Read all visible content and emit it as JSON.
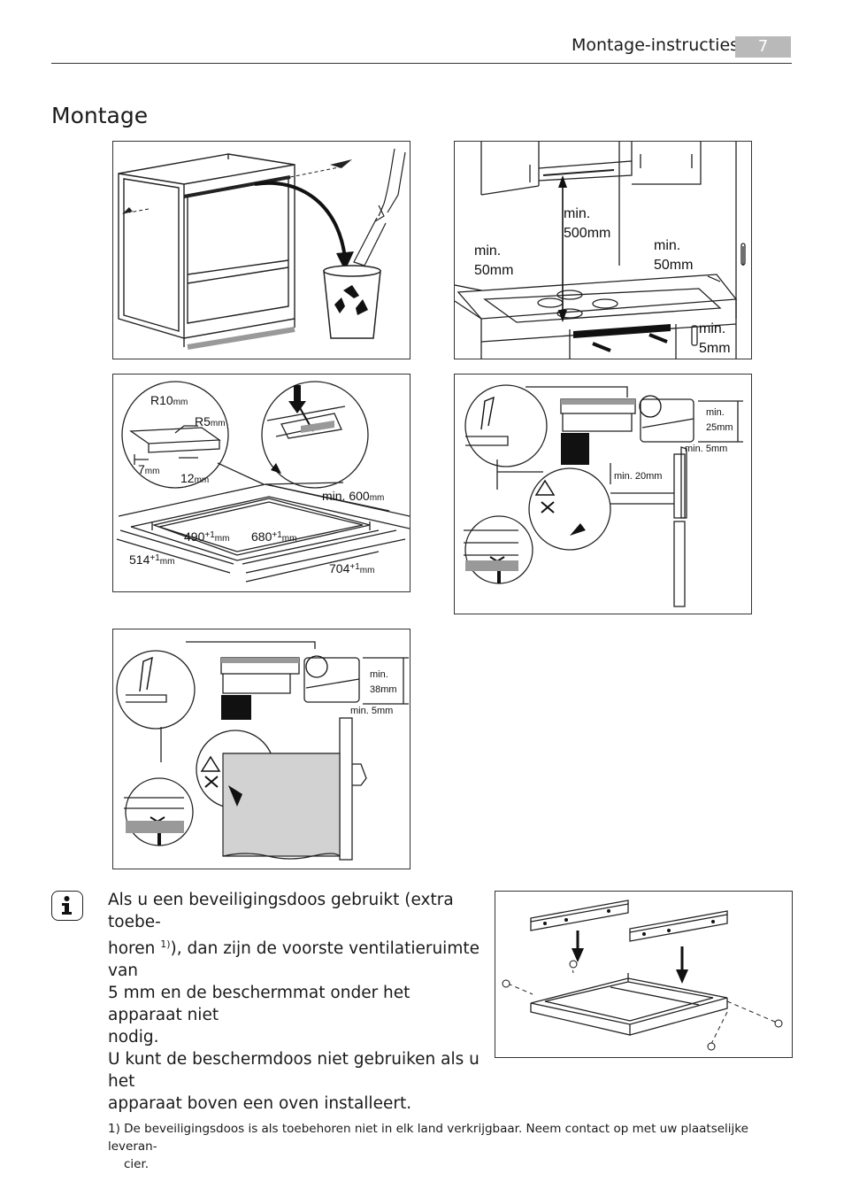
{
  "header": {
    "section": "Montage-instructies",
    "page_number": "7"
  },
  "title": "Montage",
  "fig1": {},
  "fig2": {
    "label_500": [
      "min.",
      "500mm"
    ],
    "label_50_left": [
      "min.",
      "50mm"
    ],
    "label_50_right": [
      "min.",
      "50mm"
    ],
    "label_5": [
      "min.",
      "5mm"
    ]
  },
  "fig3": {
    "r10": "R10",
    "r10_unit": "mm",
    "r5": "R5",
    "r5_unit": "mm",
    "d7": "7",
    "d7_unit": "mm",
    "d12": "12",
    "d12_unit": "mm",
    "min600": "min. 600",
    "min600_unit": "mm",
    "d490": "490",
    "d490_sup": "+1",
    "d490_unit": "mm",
    "d680": "680",
    "d680_sup": "+1",
    "d680_unit": "mm",
    "d514": "514",
    "d514_sup": "+1",
    "d514_unit": "mm",
    "d704": "704",
    "d704_sup": "+1",
    "d704_unit": "mm"
  },
  "fig4": {
    "min": "min.",
    "d25": "25mm",
    "min5": "min. 5mm",
    "min20": "min. 20mm"
  },
  "fig5": {
    "min": "min.",
    "d38": "38mm",
    "min5": "min. 5mm"
  },
  "info": {
    "icon": "info-icon",
    "line1": "Als u een beveiligingsdoos gebruikt (extra toebe-",
    "line2a": "horen ",
    "line2sup": "1)",
    "line2b": "), dan zijn de voorste ventilatieruimte van",
    "line3": "5 mm en de beschermmat onder het apparaat niet",
    "line4": "nodig.",
    "line5": "U kunt de beschermdoos niet gebruiken als u het",
    "line6": "apparaat boven een oven installeert."
  },
  "footnote": {
    "line1": "1) De beveiligingsdoos is als toebehoren niet in elk land verkrijgbaar. Neem contact op met uw plaatselijke leveran-",
    "line2": "cier."
  }
}
